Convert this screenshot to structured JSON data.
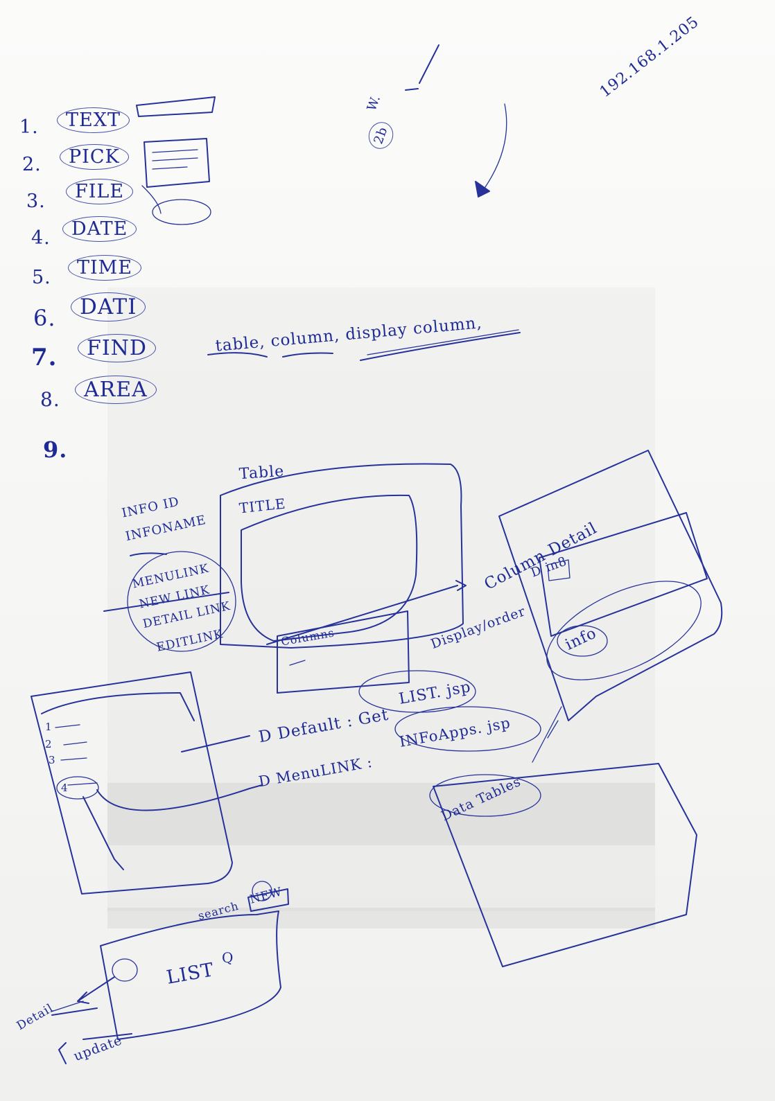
{
  "header": {
    "ip_note": "192.168.1.205"
  },
  "field_types": [
    {
      "num": "1.",
      "label": "TEXT"
    },
    {
      "num": "2.",
      "label": "PICK"
    },
    {
      "num": "3.",
      "label": "FILE"
    },
    {
      "num": "4.",
      "label": "DATE"
    },
    {
      "num": "5.",
      "label": "TIME"
    },
    {
      "num": "6.",
      "label": "DATI"
    },
    {
      "num": "7.",
      "label": "FIND"
    },
    {
      "num": "8.",
      "label": "AREA"
    },
    {
      "num": "9.",
      "label": ""
    }
  ],
  "top_notes": {
    "w": "W.",
    "circled_num": "2b"
  },
  "find_params": {
    "text": "table, column, display column,"
  },
  "table_sketch": {
    "heading": "Table",
    "title": "TITLE",
    "fields": [
      "INFO ID",
      "INFONAME",
      "MENULINK",
      "NEW LINK",
      "DETAIL LINK",
      "EDITLINK"
    ],
    "columns_label": "Columns"
  },
  "column_detail": {
    "title": "Column Detail",
    "sub": "D in8",
    "info": "info"
  },
  "display_order": {
    "text": "Display/order"
  },
  "list_sketch": {
    "items": [
      "1",
      "2",
      "3",
      "4"
    ]
  },
  "routes": {
    "default": "D Default : Get",
    "default_target": "LIST. jsp",
    "menulink": "D MenuLINK :",
    "menulink_target": "INFoApps. jsp"
  },
  "data_tables": {
    "label": "Data Tables"
  },
  "list_view": {
    "search": "search",
    "new": "NEW",
    "list": "LIST",
    "q": "Q"
  },
  "actions": {
    "detail": "Detail",
    "update": "update"
  }
}
